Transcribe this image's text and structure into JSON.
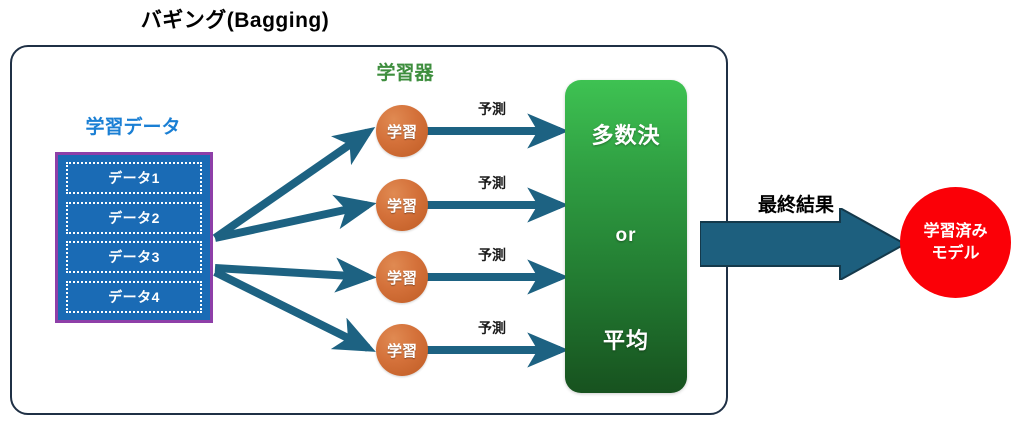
{
  "title": "バギング(Bagging)",
  "training_data": {
    "label": "学習データ",
    "items": [
      "データ1",
      "データ2",
      "データ3",
      "データ4"
    ],
    "box_fill": "#1a6bb5",
    "box_border": "#8e3fa8",
    "label_color": "#1a7fd4"
  },
  "learners": {
    "label": "学習器",
    "label_color": "#3e8e3e",
    "circle_text": "学習",
    "circle_color": "#d4713a",
    "count": 4,
    "nodes": [
      {
        "text": "学習",
        "predict_label": "予測"
      },
      {
        "text": "学習",
        "predict_label": "予測"
      },
      {
        "text": "学習",
        "predict_label": "予測"
      },
      {
        "text": "学習",
        "predict_label": "予測"
      }
    ]
  },
  "aggregation": {
    "lines": [
      "多数決",
      "or",
      "平均"
    ],
    "fill_top": "#3ec252",
    "fill_bottom": "#17521f"
  },
  "final": {
    "label": "最終結果",
    "arrow_color": "#1d5f7e",
    "model_line1": "学習済み",
    "model_line2": "モデル",
    "model_color": "#fb0007"
  },
  "frame": {
    "border_color": "#1f3045"
  },
  "arrow_color": "#1d6282"
}
